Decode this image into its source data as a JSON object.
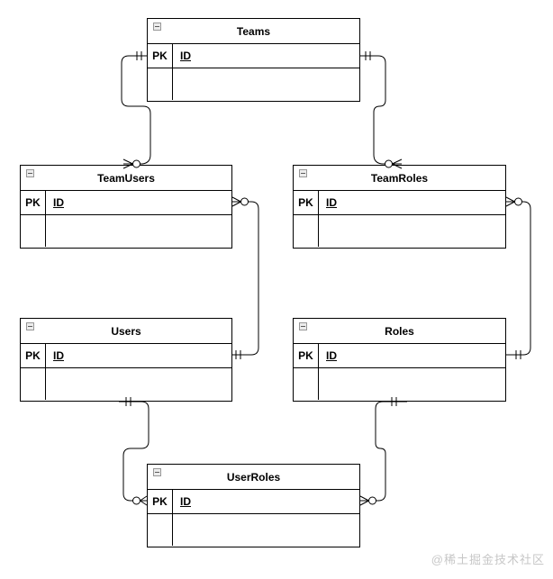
{
  "diagram": {
    "entities": [
      {
        "id": "teams",
        "title": "Teams",
        "pk_label": "PK",
        "pk_field": "ID"
      },
      {
        "id": "teamusers",
        "title": "TeamUsers",
        "pk_label": "PK",
        "pk_field": "ID"
      },
      {
        "id": "teamroles",
        "title": "TeamRoles",
        "pk_label": "PK",
        "pk_field": "ID"
      },
      {
        "id": "users",
        "title": "Users",
        "pk_label": "PK",
        "pk_field": "ID"
      },
      {
        "id": "roles",
        "title": "Roles",
        "pk_label": "PK",
        "pk_field": "ID"
      },
      {
        "id": "userroles",
        "title": "UserRoles",
        "pk_label": "PK",
        "pk_field": "ID"
      }
    ],
    "relationships": [
      {
        "from": "Teams",
        "from_cardinality": "exactly-one",
        "to": "TeamUsers",
        "to_cardinality": "zero-or-many"
      },
      {
        "from": "Teams",
        "from_cardinality": "exactly-one",
        "to": "TeamRoles",
        "to_cardinality": "zero-or-many"
      },
      {
        "from": "Users",
        "from_cardinality": "exactly-one",
        "to": "TeamUsers",
        "to_cardinality": "zero-or-many"
      },
      {
        "from": "Roles",
        "from_cardinality": "exactly-one",
        "to": "TeamRoles",
        "to_cardinality": "zero-or-many"
      },
      {
        "from": "Users",
        "from_cardinality": "exactly-one",
        "to": "UserRoles",
        "to_cardinality": "zero-or-many"
      },
      {
        "from": "Roles",
        "from_cardinality": "exactly-one",
        "to": "UserRoles",
        "to_cardinality": "zero-or-many"
      }
    ],
    "notation": "crows-foot",
    "colors": {
      "line": "#000000",
      "background": "#ffffff",
      "text": "#000000",
      "watermark": "#c7c7c7"
    }
  },
  "watermark": {
    "text": "@稀土掘金技术社区"
  }
}
